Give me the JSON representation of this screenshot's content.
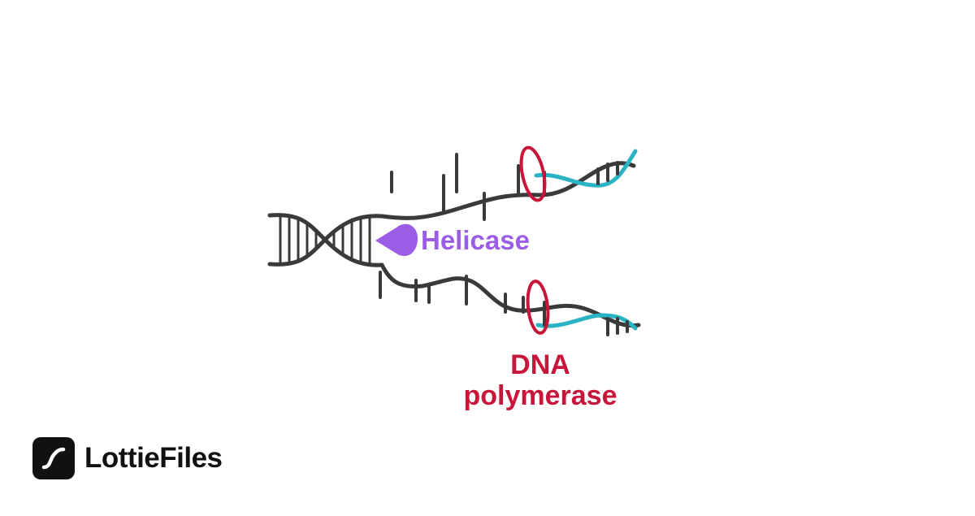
{
  "diagram": {
    "helicase_label": "Helicase",
    "polymerase_label_line1": "DNA",
    "polymerase_label_line2": "polymerase",
    "colors": {
      "dna_strand": "#3a3a3a",
      "new_strand": "#2ab3c4",
      "helicase": "#9b5de5",
      "polymerase": "#c8153a"
    }
  },
  "brand": {
    "name": "LottieFiles",
    "icon": "lottiefiles-logo-icon"
  }
}
